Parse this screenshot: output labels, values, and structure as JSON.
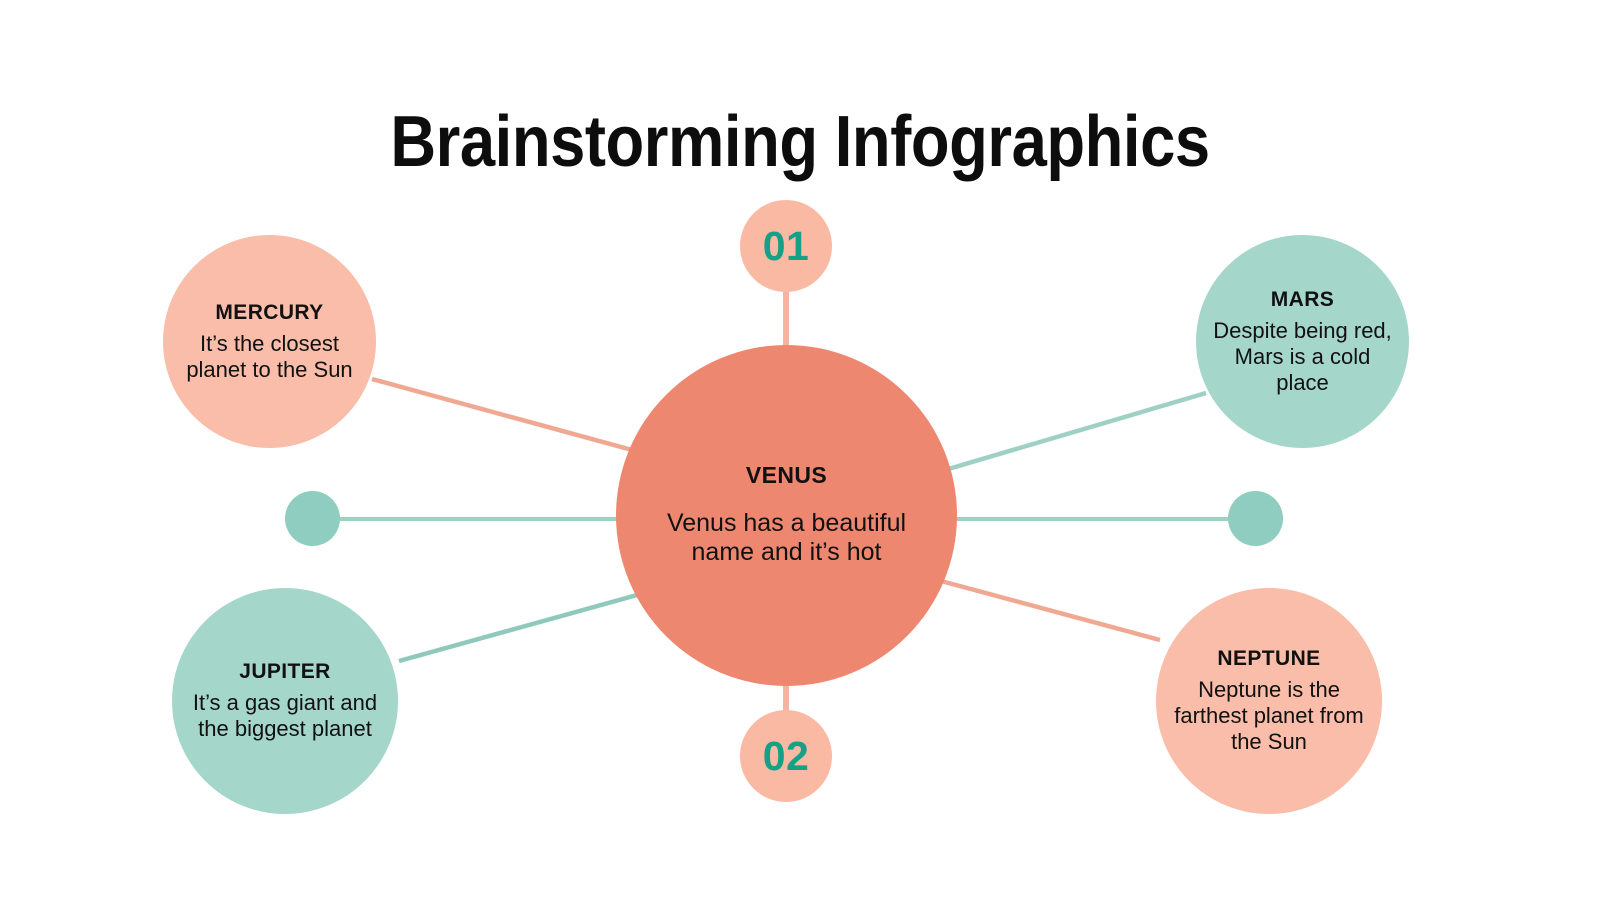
{
  "page": {
    "title": "Brainstorming Infographics",
    "background_color": "#ffffff"
  },
  "palette": {
    "coral": "#ee8770",
    "light_salmon": "#f9bda9",
    "badge_salmon": "#fab9a3",
    "mint": "#a5d6ca",
    "dot_mint": "#8fcdc0",
    "teal_text": "#16a085",
    "text": "#111111"
  },
  "center_node": {
    "id": "venus",
    "title": "VENUS",
    "description": "Venus has a beautiful name and it’s hot",
    "color": "#ee8770"
  },
  "nodes": [
    {
      "id": "mercury",
      "title": "MERCURY",
      "description": "It’s the closest planet to the Sun",
      "color": "#f9bda9"
    },
    {
      "id": "mars",
      "title": "MARS",
      "description": "Despite being red, Mars is a cold place",
      "color": "#a5d6ca"
    },
    {
      "id": "jupiter",
      "title": "JUPITER",
      "description": "It’s a gas giant and the biggest planet",
      "color": "#a5d6ca"
    },
    {
      "id": "neptune",
      "title": "NEPTUNE",
      "description": "Neptune is the farthest planet from the Sun",
      "color": "#f9bda9"
    }
  ],
  "badges": [
    {
      "id": "badge-01",
      "label": "01",
      "color": "#fab9a3",
      "text_color": "#16a085"
    },
    {
      "id": "badge-02",
      "label": "02",
      "color": "#fab9a3",
      "text_color": "#16a085"
    }
  ],
  "dots": [
    {
      "id": "dot-left",
      "color": "#8fcdc0"
    },
    {
      "id": "dot-right",
      "color": "#8fcdc0"
    }
  ],
  "connectors": [
    {
      "id": "link-badge01-venus",
      "from": "badge-01",
      "to": "venus",
      "color": "#f3b5a1"
    },
    {
      "id": "link-badge02-venus",
      "from": "badge-02",
      "to": "venus",
      "color": "#f3b5a1"
    },
    {
      "id": "link-mercury-venus",
      "from": "mercury",
      "to": "venus",
      "color": "#f0a893"
    },
    {
      "id": "link-mars-venus",
      "from": "mars",
      "to": "venus",
      "color": "#9ed0c3"
    },
    {
      "id": "link-jupiter-venus",
      "from": "jupiter",
      "to": "venus",
      "color": "#8fc9bb"
    },
    {
      "id": "link-neptune-venus",
      "from": "neptune",
      "to": "venus",
      "color": "#f0a893"
    },
    {
      "id": "link-dotleft-venus",
      "from": "dot-left",
      "to": "venus",
      "color": "#9ed0c3"
    },
    {
      "id": "link-dotright-venus",
      "from": "dot-right",
      "to": "venus",
      "color": "#9ed0c3"
    }
  ]
}
